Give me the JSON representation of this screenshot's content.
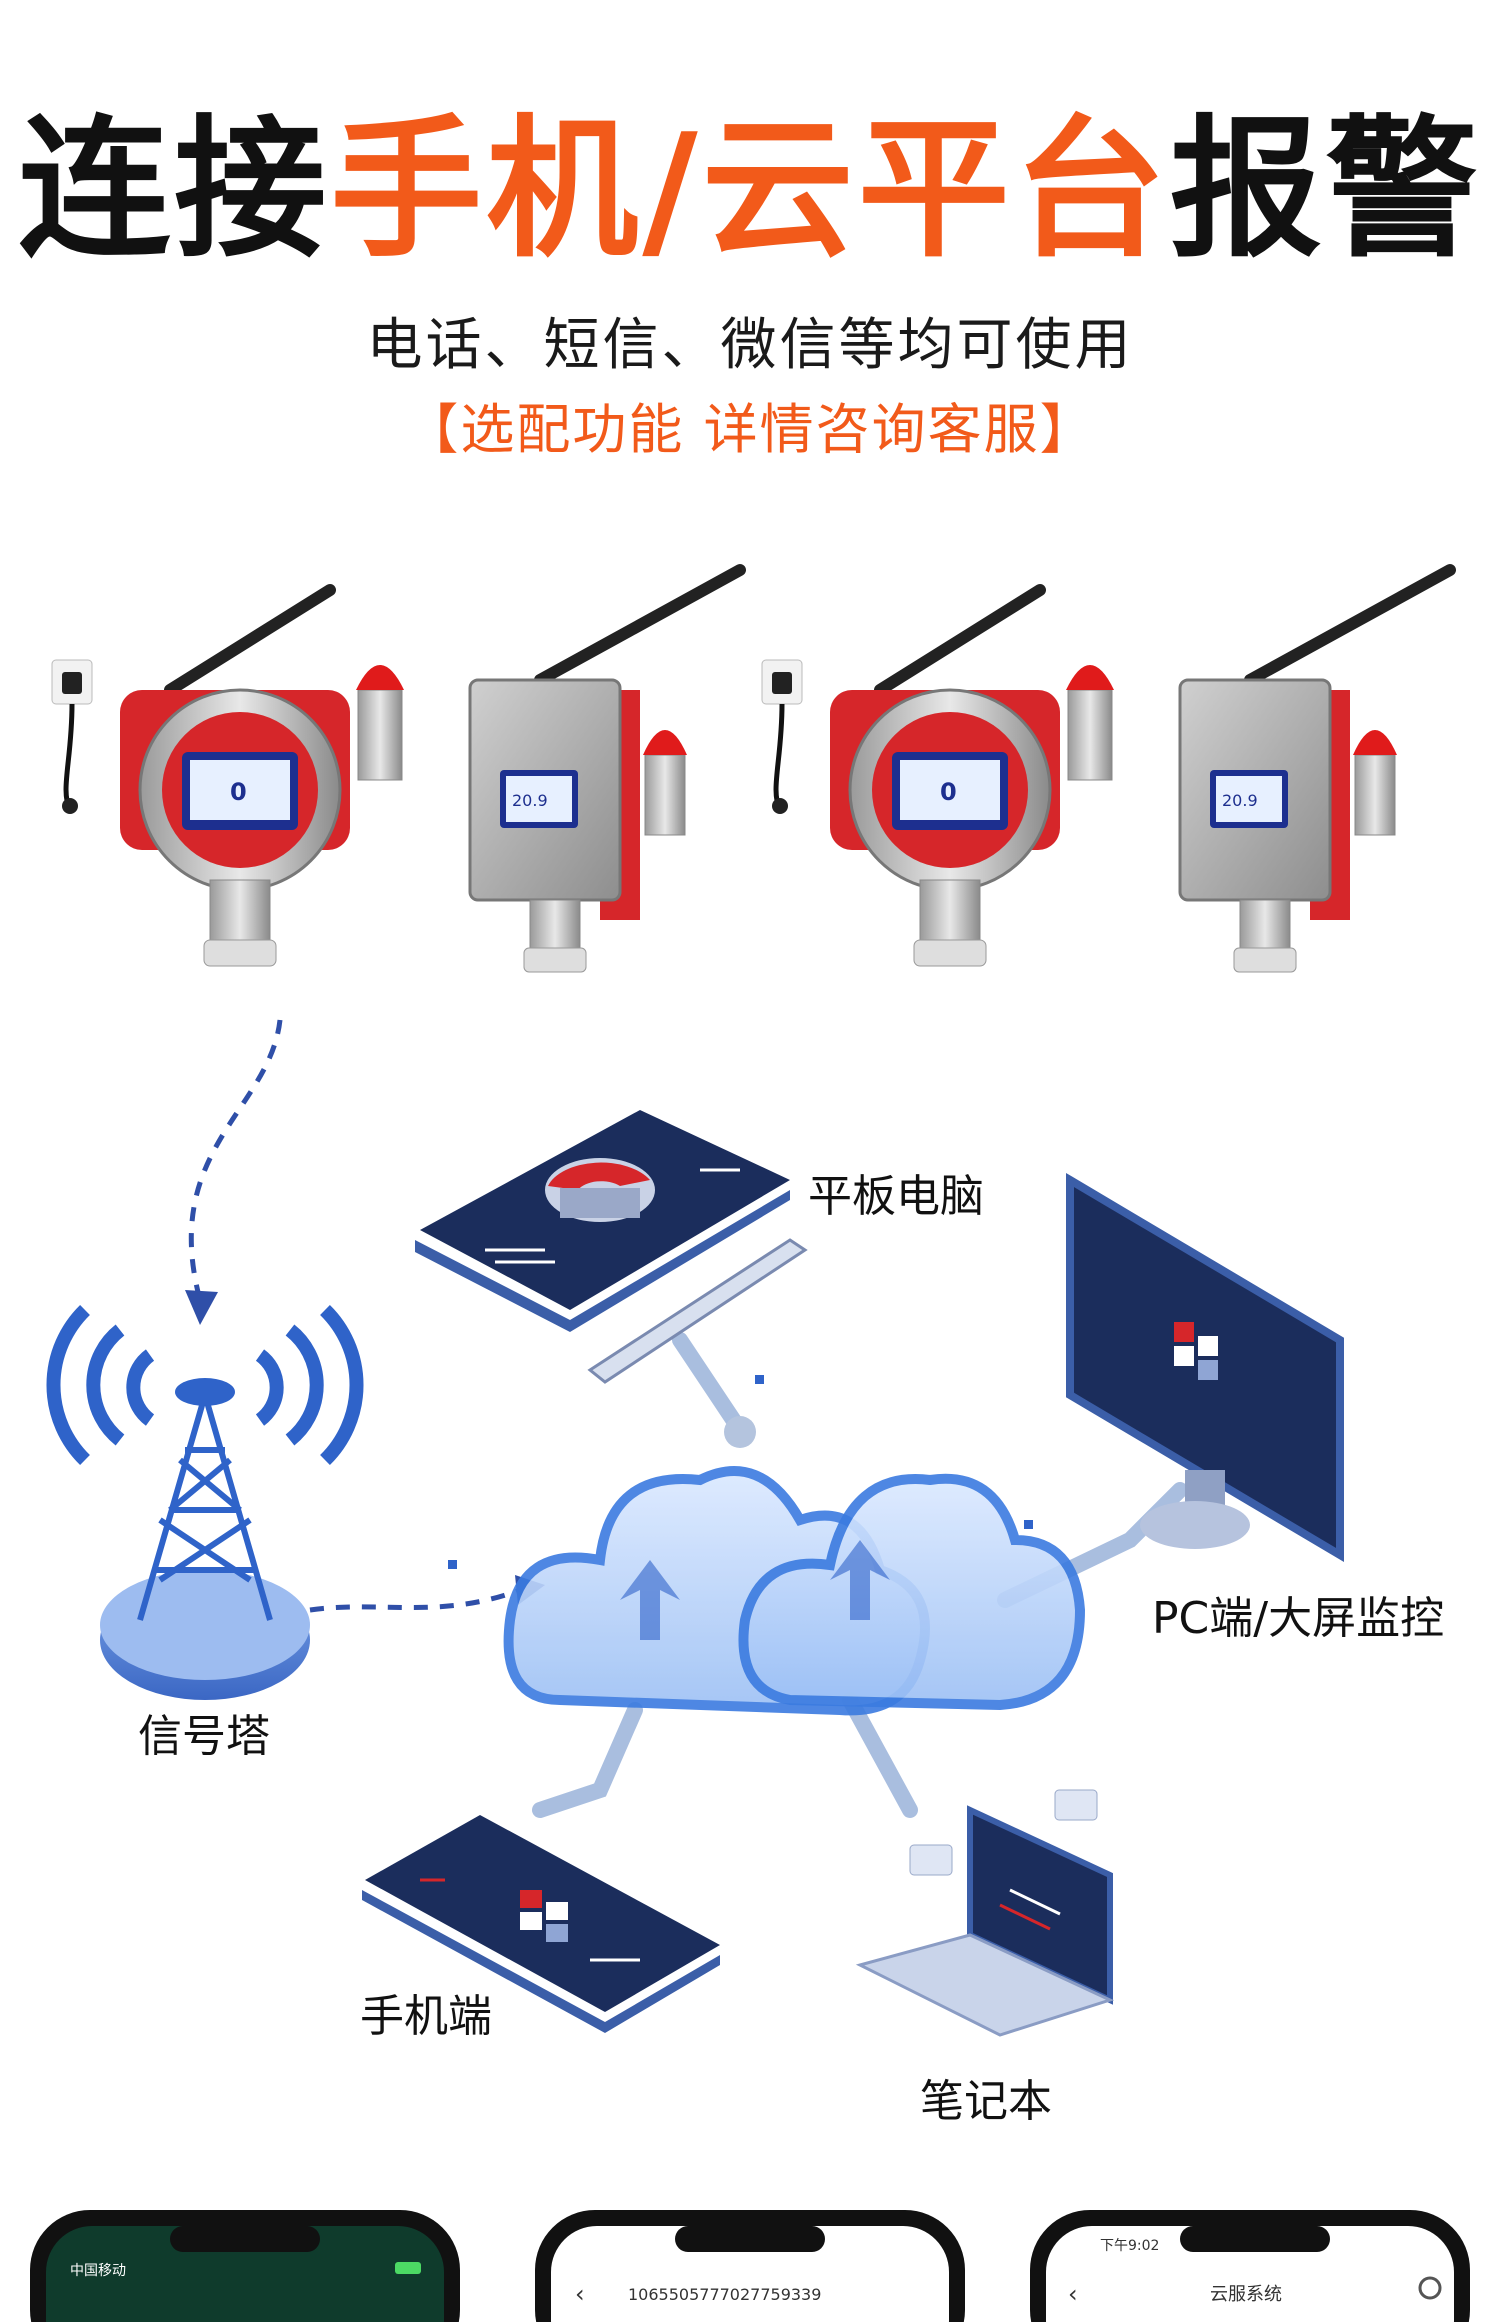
{
  "header": {
    "title_part1": "连接",
    "title_part2": "手机/云平台",
    "title_part3": "报警",
    "subtitle": "电话、短信、微信等均可使用",
    "note": "【选配功能 详情咨询客服】"
  },
  "devices": {
    "screen_reading": "0",
    "screen_reading_2": "20.9"
  },
  "diagram": {
    "labels": {
      "tablet": "平板电脑",
      "pc": "PC端/大屏监控",
      "tower": "信号塔",
      "phone": "手机端",
      "laptop": "笔记本"
    }
  },
  "phones": {
    "left_status": "中国移动",
    "middle_number": "1065505777027759339",
    "right_title": "云服系统",
    "right_time": "下午9:02"
  },
  "colors": {
    "accent": "#f25a1a",
    "navy": "#1b2d5c",
    "blue": "#2f63c9",
    "red": "#d6262a"
  }
}
